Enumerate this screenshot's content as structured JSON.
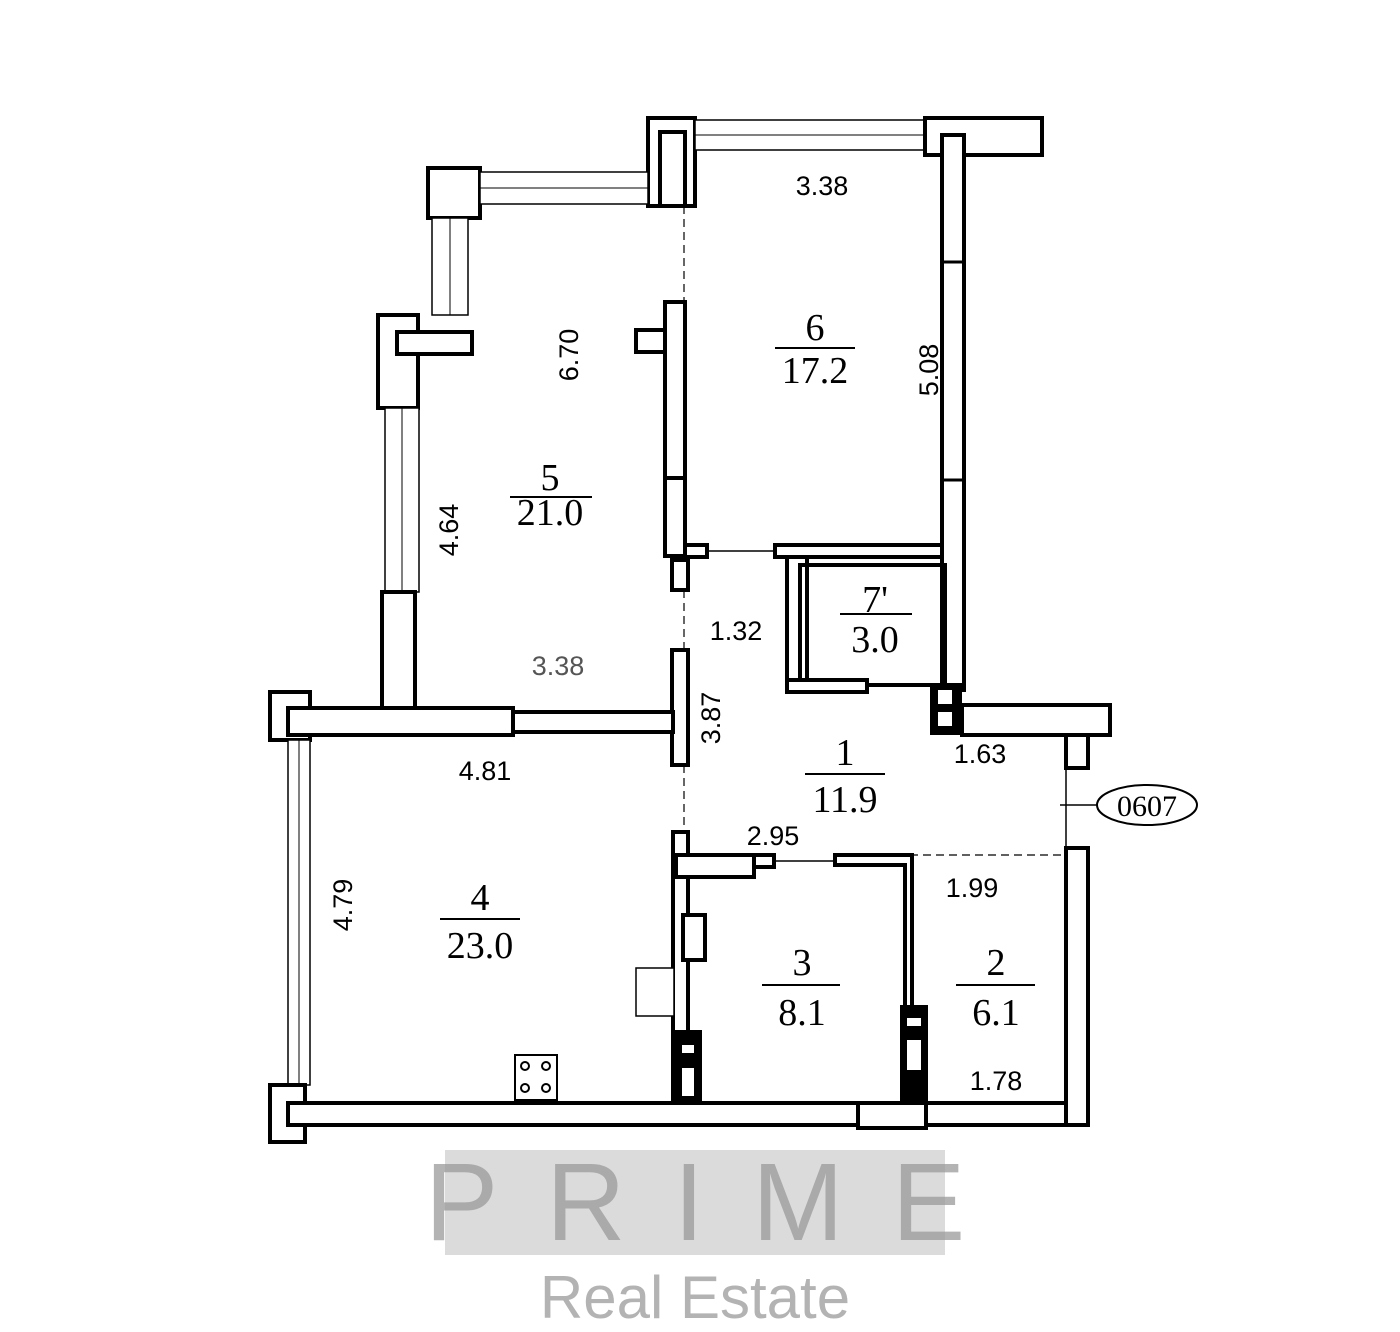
{
  "rooms": [
    {
      "number": "1",
      "area": "11.9"
    },
    {
      "number": "2",
      "area": "6.1"
    },
    {
      "number": "3",
      "area": "8.1"
    },
    {
      "number": "4",
      "area": "23.0"
    },
    {
      "number": "5",
      "area": "21.0"
    },
    {
      "number": "6",
      "area": "17.2"
    },
    {
      "number": "7'",
      "area": "3.0"
    }
  ],
  "dimensions": {
    "room6_width": "3.38",
    "room6_length": "5.08",
    "room5_length": "6.70",
    "room5_side": "4.64",
    "room5_width": "3.38",
    "corridor_width": "1.32",
    "corridor_length": "3.87",
    "room4_width": "4.81",
    "room4_length": "4.79",
    "hall_width": "1.63",
    "room3_width": "2.95",
    "room2_width": "1.99",
    "room2_bottom": "1.78"
  },
  "apartment_tag": "0607",
  "watermark": {
    "brand": "PRIME",
    "tagline": "Real Estate"
  }
}
